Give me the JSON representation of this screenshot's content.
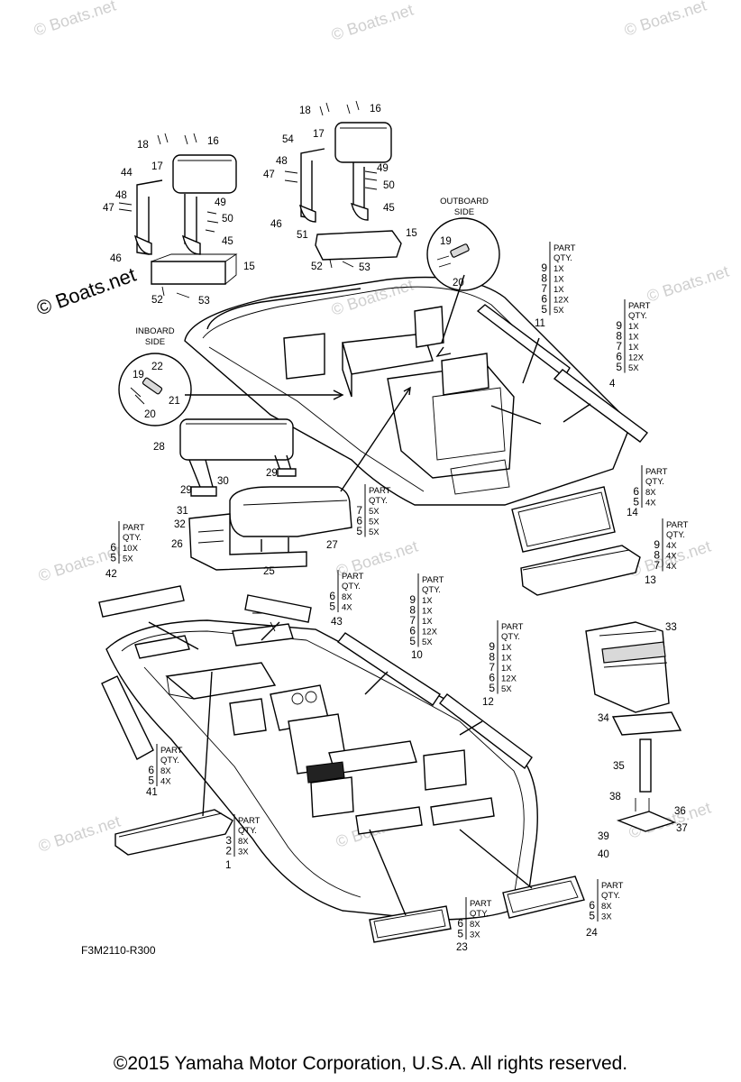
{
  "watermarks": {
    "w1": "© Boats.net",
    "w2": "© Boats.net",
    "w3": "© Boats.net",
    "w4": "© Boats.net",
    "w5": "© Boats.net",
    "w6": "© Boats.net",
    "w7": "© Boats.net",
    "w8": "© Boats.net",
    "w9": "© Boats.net",
    "w10": "© Boats.net",
    "w11": "© Boats.net",
    "bold": "© Boats.net"
  },
  "callouts": {
    "outboard_side": [
      "OUTBOARD",
      "SIDE"
    ],
    "inboard_side": [
      "INBOARD",
      "SIDE"
    ]
  },
  "part_numbers": {
    "p1": "1",
    "p4": "4",
    "p10": "10",
    "p11": "11",
    "p12": "12",
    "p13": "13",
    "p14": "14",
    "p15a": "15",
    "p15b": "15",
    "p16a": "16",
    "p16b": "16",
    "p17a": "17",
    "p17b": "17",
    "p18a": "18",
    "p18b": "18",
    "p19a": "19",
    "p19b": "19",
    "p20a": "20",
    "p20b": "20",
    "p21": "21",
    "p22": "22",
    "p23": "23",
    "p24": "24",
    "p25": "25",
    "p26": "26",
    "p27": "27",
    "p28": "28",
    "p29a": "29",
    "p29b": "29",
    "p30": "30",
    "p31": "31",
    "p32": "32",
    "p33": "33",
    "p34": "34",
    "p35": "35",
    "p36": "36",
    "p37": "37",
    "p38": "38",
    "p39": "39",
    "p40": "40",
    "p41": "41",
    "p42": "42",
    "p43": "43",
    "p44": "44",
    "p45a": "45",
    "p45b": "45",
    "p46a": "46",
    "p46b": "46",
    "p47a": "47",
    "p47b": "47",
    "p48a": "48",
    "p48b": "48",
    "p49a": "49",
    "p49b": "49",
    "p50a": "50",
    "p50b": "50",
    "p51": "51",
    "p52a": "52",
    "p52b": "52",
    "p53a": "53",
    "p53b": "53",
    "p54": "54"
  },
  "qty_tables": {
    "t11": {
      "title": [
        "PART",
        "QTY."
      ],
      "rows": [
        [
          "9",
          "1X"
        ],
        [
          "8",
          "1X"
        ],
        [
          "7",
          "1X"
        ],
        [
          "6",
          "12X"
        ],
        [
          "5",
          "5X"
        ]
      ]
    },
    "t4": {
      "title": [
        "PART",
        "QTY."
      ],
      "rows": [
        [
          "9",
          "1X"
        ],
        [
          "8",
          "1X"
        ],
        [
          "7",
          "1X"
        ],
        [
          "6",
          "12X"
        ],
        [
          "5",
          "5X"
        ]
      ]
    },
    "t14": {
      "title": [
        "PART",
        "QTY."
      ],
      "rows": [
        [
          "6",
          "8X"
        ],
        [
          "5",
          "4X"
        ]
      ]
    },
    "t13": {
      "title": [
        "PART",
        "QTY."
      ],
      "rows": [
        [
          "9",
          "4X"
        ],
        [
          "8",
          "4X"
        ],
        [
          "7",
          "4X"
        ]
      ]
    },
    "t27": {
      "title": [
        "PART",
        "QTY."
      ],
      "rows": [
        [
          "7",
          "5X"
        ],
        [
          "6",
          "5X"
        ],
        [
          "5",
          "5X"
        ]
      ]
    },
    "t42": {
      "title": [
        "PART",
        "QTY."
      ],
      "rows": [
        [
          "6",
          "10X"
        ],
        [
          "5",
          "5X"
        ]
      ]
    },
    "t43": {
      "title": [
        "PART",
        "QTY."
      ],
      "rows": [
        [
          "6",
          "8X"
        ],
        [
          "5",
          "4X"
        ]
      ]
    },
    "t10": {
      "title": [
        "PART",
        "QTY."
      ],
      "rows": [
        [
          "9",
          "1X"
        ],
        [
          "8",
          "1X"
        ],
        [
          "7",
          "1X"
        ],
        [
          "6",
          "12X"
        ],
        [
          "5",
          "5X"
        ]
      ]
    },
    "t12": {
      "title": [
        "PART",
        "QTY."
      ],
      "rows": [
        [
          "9",
          "1X"
        ],
        [
          "8",
          "1X"
        ],
        [
          "7",
          "1X"
        ],
        [
          "6",
          "12X"
        ],
        [
          "5",
          "5X"
        ]
      ]
    },
    "t41": {
      "title": [
        "PART",
        "QTY."
      ],
      "rows": [
        [
          "6",
          "8X"
        ],
        [
          "5",
          "4X"
        ]
      ]
    },
    "t1": {
      "title": [
        "PART",
        "QTY."
      ],
      "rows": [
        [
          "3",
          "8X"
        ],
        [
          "2",
          "3X"
        ]
      ]
    },
    "t23": {
      "title": [
        "PART",
        "QTY."
      ],
      "rows": [
        [
          "6",
          "8X"
        ],
        [
          "5",
          "3X"
        ]
      ]
    },
    "t24": {
      "title": [
        "PART",
        "QTY."
      ],
      "rows": [
        [
          "6",
          "8X"
        ],
        [
          "5",
          "3X"
        ]
      ]
    }
  },
  "diagram_code": "F3M2110-R300",
  "footer": "©2015 Yamaha Motor Corporation, U.S.A. All rights reserved."
}
